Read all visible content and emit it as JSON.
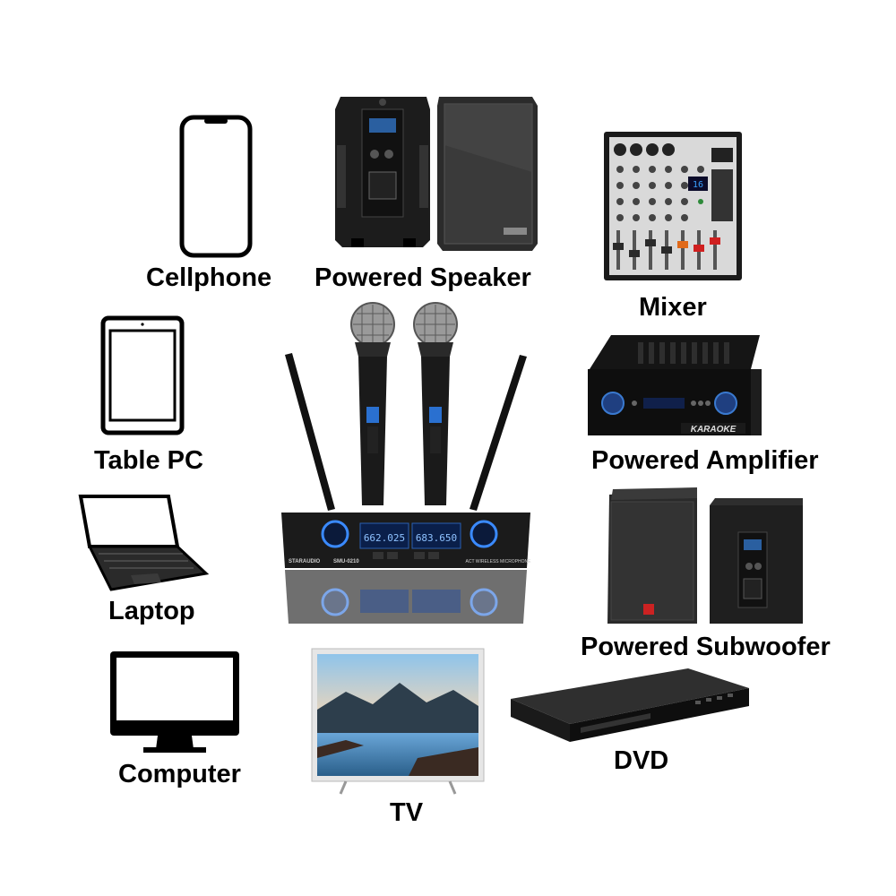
{
  "labels": {
    "cellphone": "Cellphone",
    "powered_speaker": "Powered Speaker",
    "mixer": "Mixer",
    "table_pc": "Table PC",
    "powered_amplifier": "Powered Amplifier",
    "laptop": "Laptop",
    "powered_subwoofer": "Powered Subwoofer",
    "computer": "Computer",
    "tv": "TV",
    "dvd": "DVD"
  },
  "receiver": {
    "brand": "STARAUDIO",
    "model": "SMU-0210",
    "caption": "ACT WIRELESS MICROPHONE",
    "freq_a": "662.025",
    "freq_b": "683.650"
  },
  "amplifier": {
    "brand_plate": "KARAOKE"
  },
  "mixer": {
    "display": "16"
  }
}
